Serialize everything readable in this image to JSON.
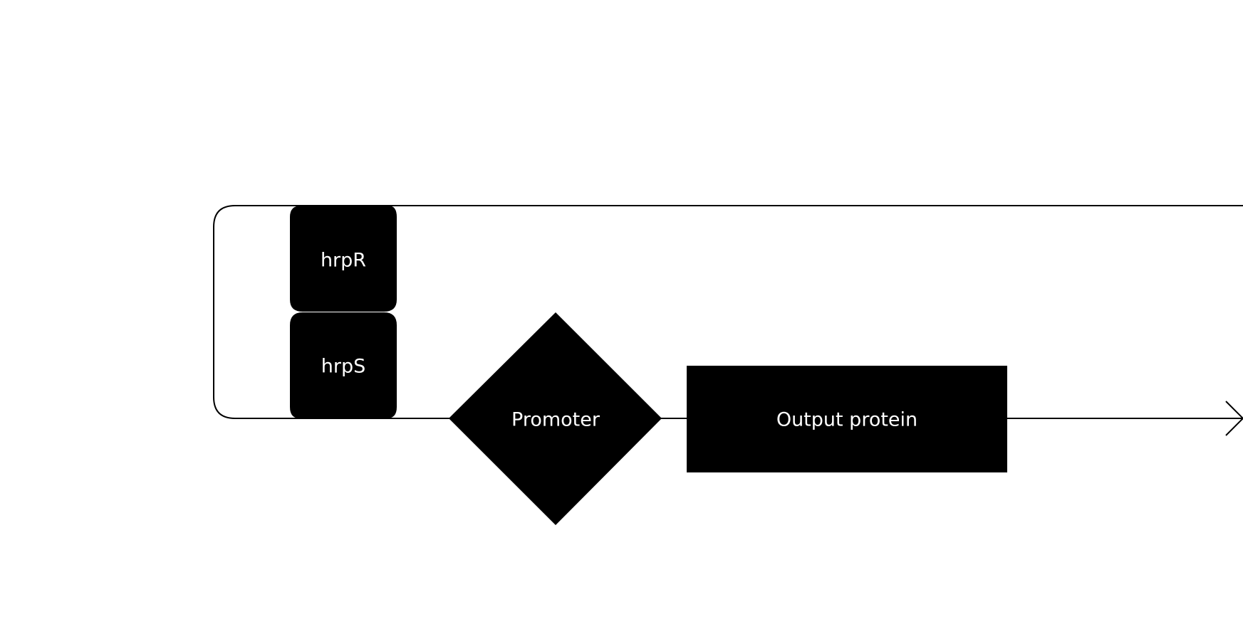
{
  "diagram": {
    "nodes": {
      "hrpR": "hrpR",
      "hrpS": "hrpS",
      "promoter": "Promoter",
      "output": "Output protein"
    },
    "colors": {
      "background": "#ffffff",
      "node_fill": "#000000",
      "node_text": "#ffffff",
      "line": "#000000"
    }
  }
}
